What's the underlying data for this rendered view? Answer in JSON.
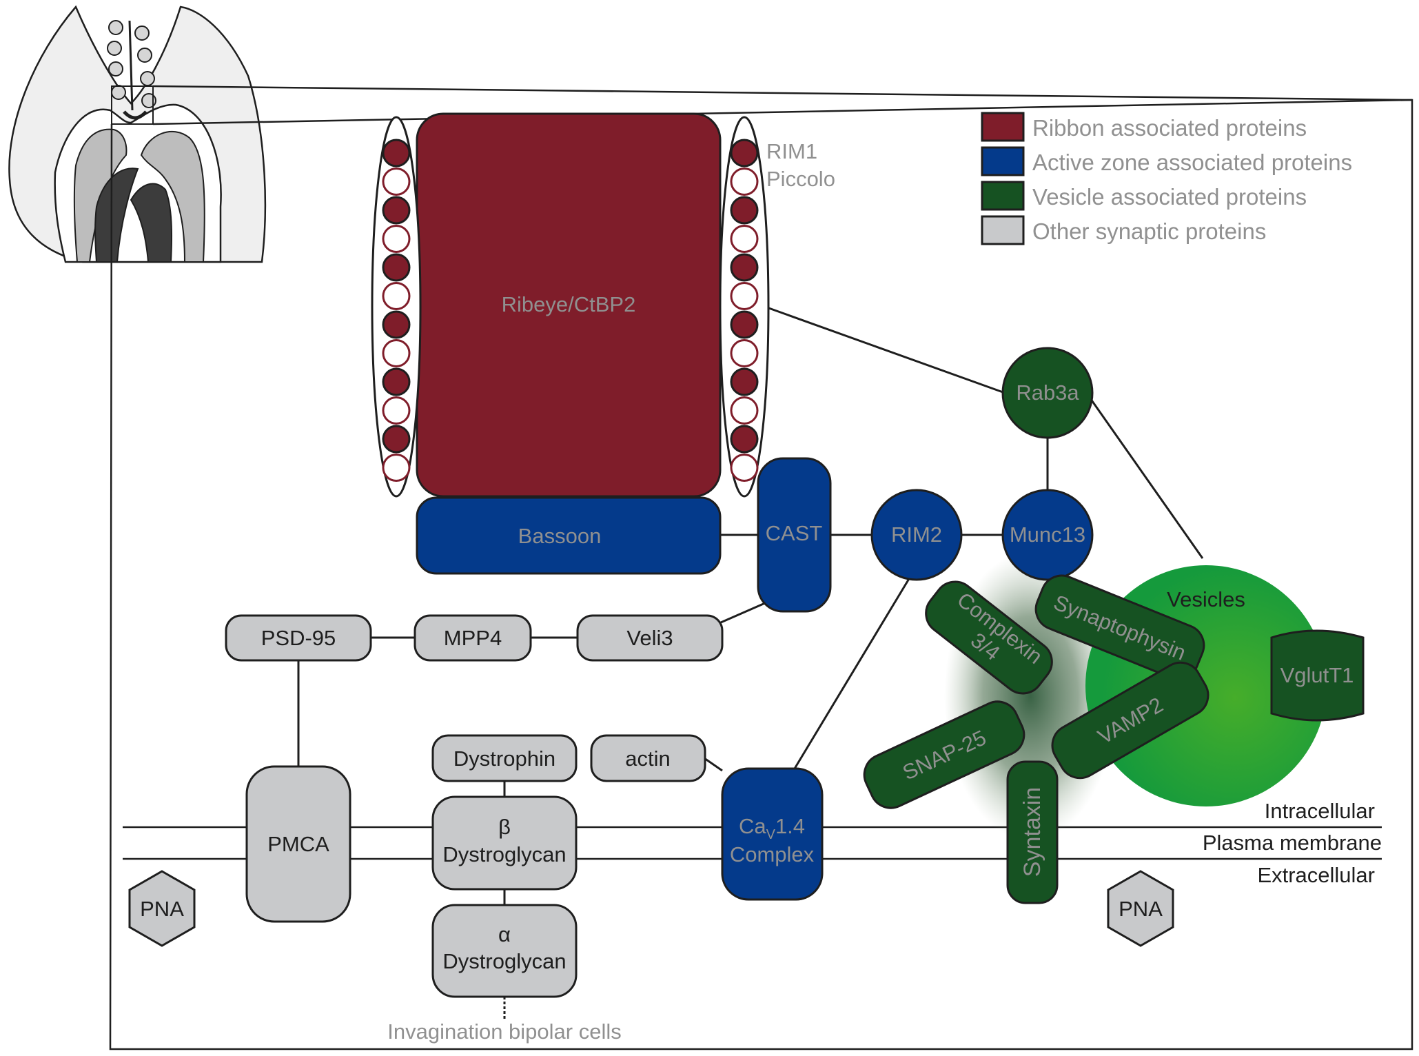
{
  "legend": [
    {
      "label": "Ribbon associated proteins",
      "color": "#7f1d2a"
    },
    {
      "label": "Active zone associated proteins",
      "color": "#043a8b"
    },
    {
      "label": "Vesicle associated proteins",
      "color": "#165222"
    },
    {
      "label": "Other synaptic proteins",
      "color": "#c8c9cb"
    }
  ],
  "colors": {
    "ribbon": "#7f1d2a",
    "active_zone": "#043a8b",
    "vesicle": "#165222",
    "vesicle_glow": "#46ad2a",
    "other": "#c8c9cb",
    "outline": "#1e1e1e",
    "label_grey": "#909090"
  },
  "ribbon_side_labels": {
    "line1": "RIM1",
    "line2": "Piccolo"
  },
  "ribbon_bead_pattern": [
    "filled",
    "empty",
    "filled",
    "empty",
    "filled",
    "empty",
    "filled",
    "empty",
    "filled",
    "empty",
    "filled",
    "empty"
  ],
  "proteins": {
    "ribeye": "Ribeye/CtBP2",
    "bassoon": "Bassoon",
    "cast": "CAST",
    "rim2": "RIM2",
    "munc13": "Munc13",
    "rab3a": "Rab3a",
    "vesicles": "Vesicles",
    "complexin_line1": "Complexin",
    "complexin_line2": "3/4",
    "synaptophysin": "Synaptophysin",
    "vglut1": "VglutT1",
    "vamp2": "VAMP2",
    "snap25": "SNAP-25",
    "syntaxin": "Syntaxin",
    "psd95": "PSD-95",
    "mpp4": "MPP4",
    "veli3": "Veli3",
    "pmca": "PMCA",
    "dystrophin": "Dystrophin",
    "actin": "actin",
    "beta_dg_line1": "β",
    "beta_dg_line2": "Dystroglycan",
    "alpha_dg_line1": "α",
    "alpha_dg_line2": "Dystroglycan",
    "cav_line1_main": "Ca",
    "cav_line1_sub": "V",
    "cav_line1_rest": "1.4",
    "cav_line2": "Complex",
    "pna_left": "PNA",
    "pna_right": "PNA"
  },
  "membrane_labels": {
    "intracellular": "Intracellular",
    "plasma_membrane": "Plasma membrane",
    "extracellular": "Extracellular"
  },
  "bottom_label": "Invagination bipolar cells"
}
